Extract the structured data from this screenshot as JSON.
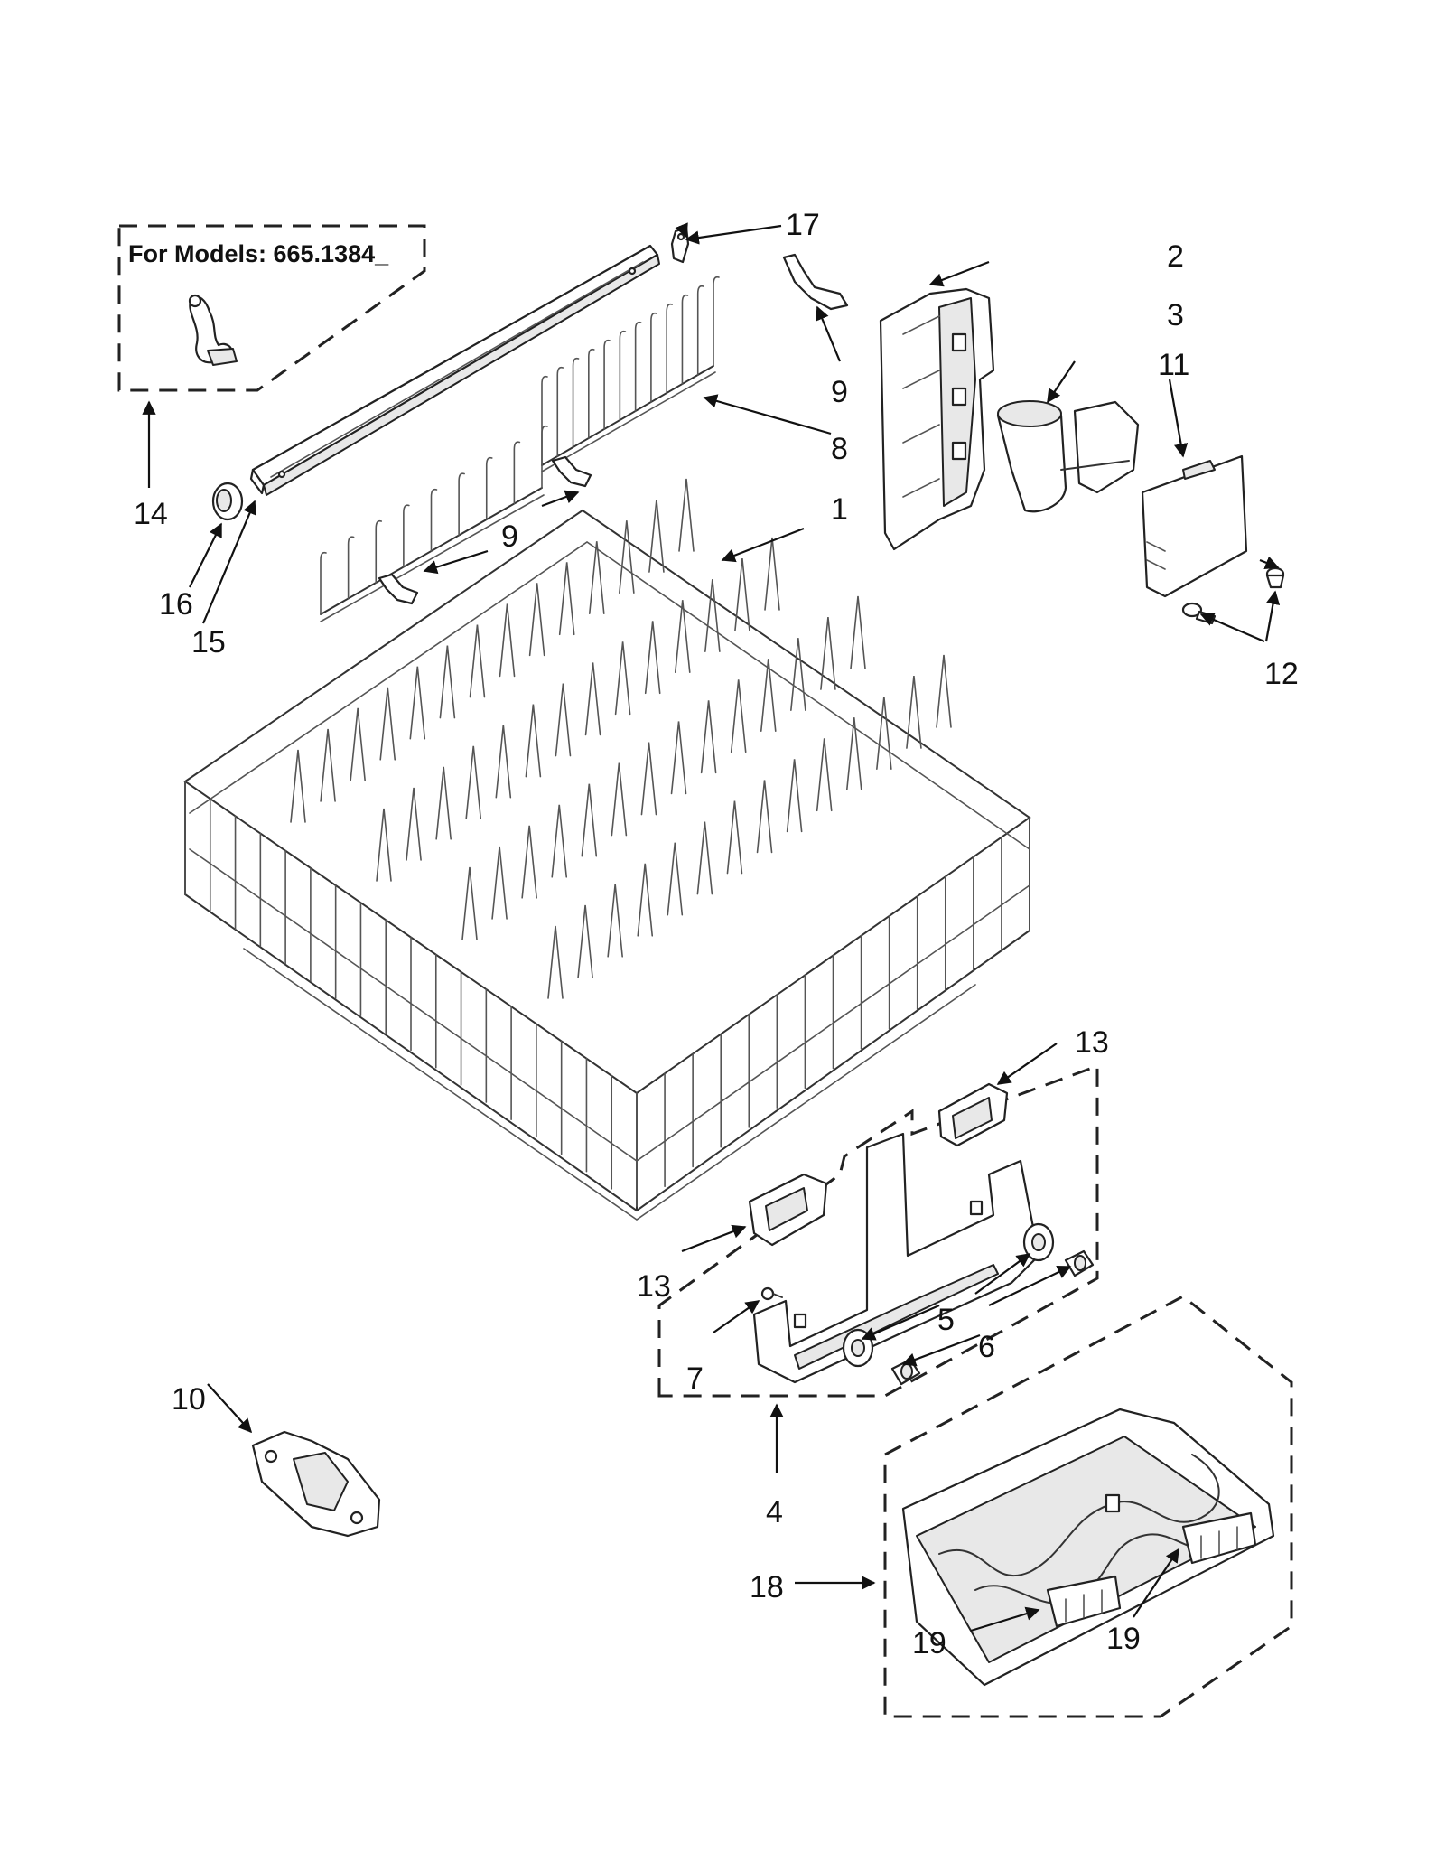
{
  "inset": {
    "title": "For Models: 665.1384_"
  },
  "callouts": [
    "1",
    "2",
    "3",
    "4",
    "5",
    "6",
    "7",
    "8",
    "9",
    "9",
    "10",
    "11",
    "12",
    "13",
    "13",
    "14",
    "15",
    "16",
    "17",
    "18",
    "19",
    "19"
  ],
  "colors": {
    "ink": "#111111",
    "background": "#ffffff"
  }
}
